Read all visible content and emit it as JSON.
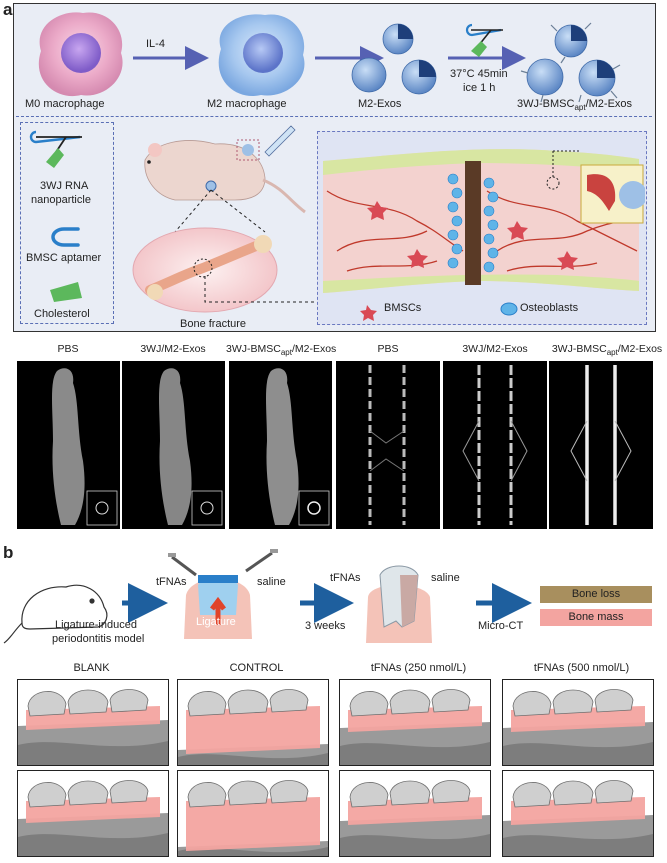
{
  "panel_a": {
    "letter": "a",
    "steps": {
      "m0": "M0 macrophage",
      "il4": "IL-4",
      "m2": "M2 macrophage",
      "exos": "M2-Exos",
      "cond1": "37°C 45min",
      "cond2": "ice 1 h",
      "product_main": "3WJ-BMSC",
      "product_sub": "apt",
      "product_tail": "/M2-Exos"
    },
    "legend": {
      "rna_line1": "3WJ RNA",
      "rna_line2": "nanoparticle",
      "aptamer": "BMSC aptamer",
      "cholesterol": "Cholesterol"
    },
    "bone_fracture": "Bone fracture",
    "bmscs": "BMSCs",
    "osteoblasts": "Osteoblasts",
    "ct_titles": [
      "PBS",
      "3WJ/M2-Exos",
      "3WJ-BMSC",
      "PBS",
      "3WJ/M2-Exos",
      "3WJ-BMSC"
    ],
    "ct_title_sub": "apt",
    "ct_title_tail": "/M2-Exos"
  },
  "panel_b": {
    "letter": "b",
    "model_line1": "Ligature-induced",
    "model_line2": "periodontitis model",
    "tfnas": "tFNAs",
    "saline": "saline",
    "ligature": "Ligature",
    "weeks": "3 weeks",
    "tfnas2": "tFNAs",
    "saline2": "saline",
    "microct": "Micro-CT",
    "legend_loss": "Bone loss",
    "legend_mass": "Bone mass",
    "groups": [
      "BLANK",
      "CONTROL",
      "tFNAs (250 nmol/L)",
      "tFNAs (500 nmol/L)"
    ],
    "colors": {
      "bone_loss": "#a88f5e",
      "bone_mass": "#f3a4a0",
      "arrow": "#1e5f9e"
    }
  }
}
